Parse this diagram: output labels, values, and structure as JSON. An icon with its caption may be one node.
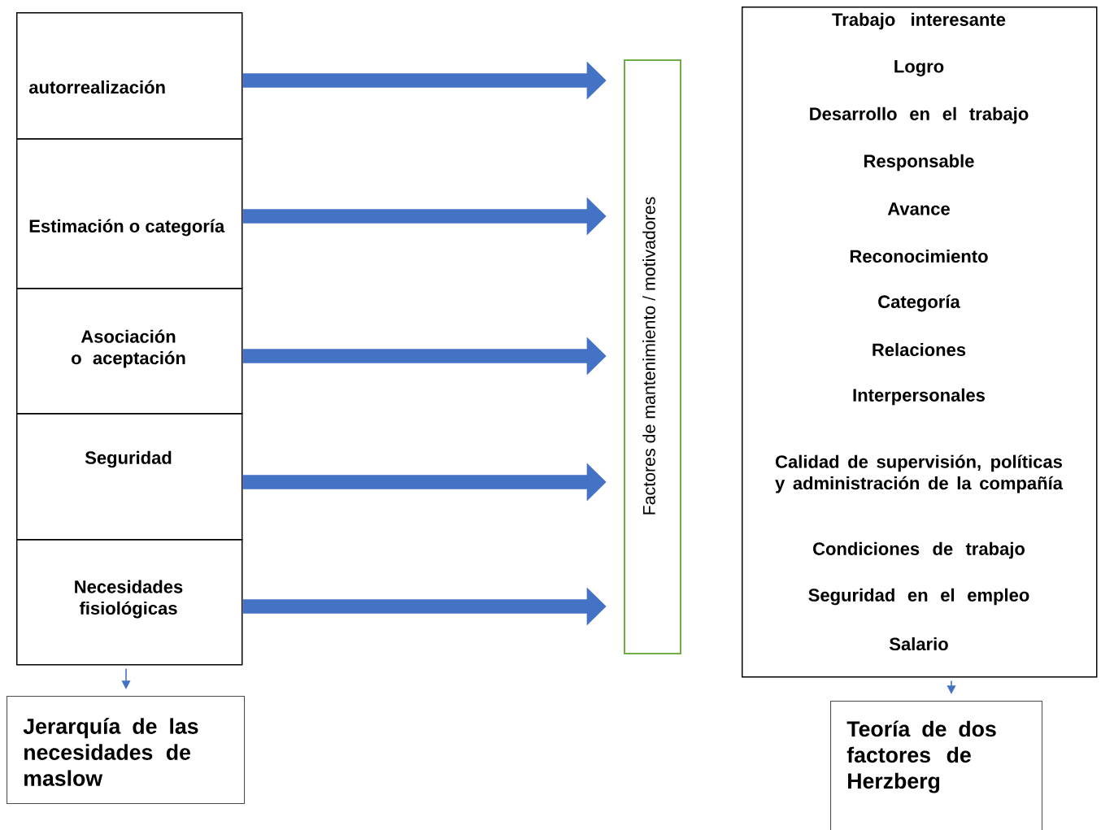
{
  "diagram": {
    "nodes": [
      {
        "text": [
          "autorrealización"
        ]
      },
      {
        "text": [
          "Estimación o categoría"
        ]
      },
      {
        "text": [
          "Asociación o aceptación"
        ]
      },
      {
        "text": [
          "Seguridad"
        ]
      },
      {
        "text": [
          "Necesidades fisiológicas"
        ]
      },
      {
        "text": [
          "Factores de mantenimiento  /  motivadores"
        ]
      },
      {
        "text": [
          "Trabajo interesante",
          "Logro",
          "Desarrollo en el trabajo",
          "Responsable",
          "Avance",
          "Reconocimiento",
          "Categoría",
          "Relaciones",
          "Interpersonales",
          "Calidad de supervisión, políticas y administración de la compañía",
          "Condiciones de trabajo",
          "Seguridad en el empleo",
          "Salario"
        ]
      },
      {
        "text": [
          "Jerarquía de las necesidades de maslow"
        ]
      },
      {
        "text": [
          "Teoría de dos factores de Herzberg"
        ]
      }
    ],
    "edges": [
      {
        "from": 0,
        "to": 5,
        "arrow": "to"
      },
      {
        "from": 1,
        "to": 5,
        "arrow": "to"
      },
      {
        "from": 2,
        "to": 5,
        "arrow": "to"
      },
      {
        "from": 3,
        "to": 5,
        "arrow": "to"
      },
      {
        "from": 4,
        "to": 5,
        "arrow": "to"
      },
      {
        "from": 4,
        "to": 7,
        "arrow": "to"
      },
      {
        "from": 6,
        "to": 8,
        "arrow": "to"
      }
    ]
  }
}
